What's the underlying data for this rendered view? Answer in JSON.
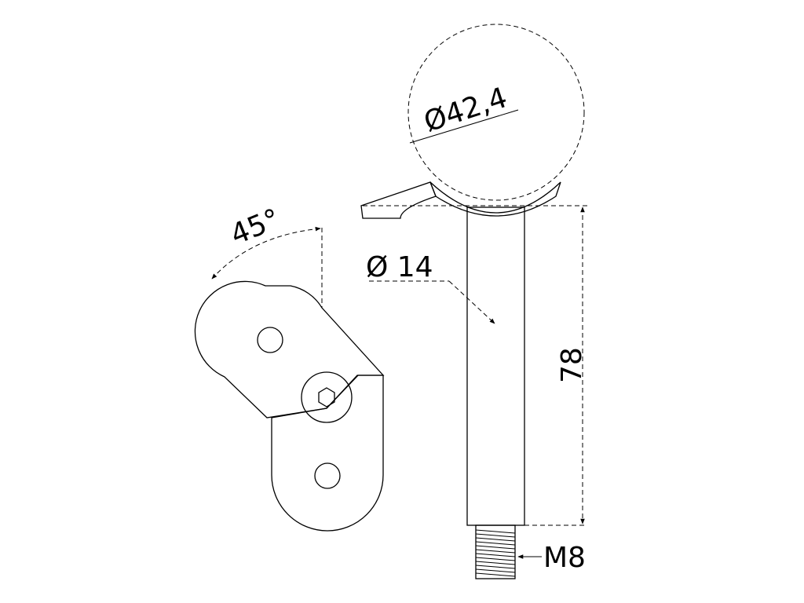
{
  "labels": {
    "angle": "45°",
    "ball_diameter": "Ø42,4",
    "post_diameter": "Ø 14",
    "length": "78",
    "thread": "M8"
  }
}
